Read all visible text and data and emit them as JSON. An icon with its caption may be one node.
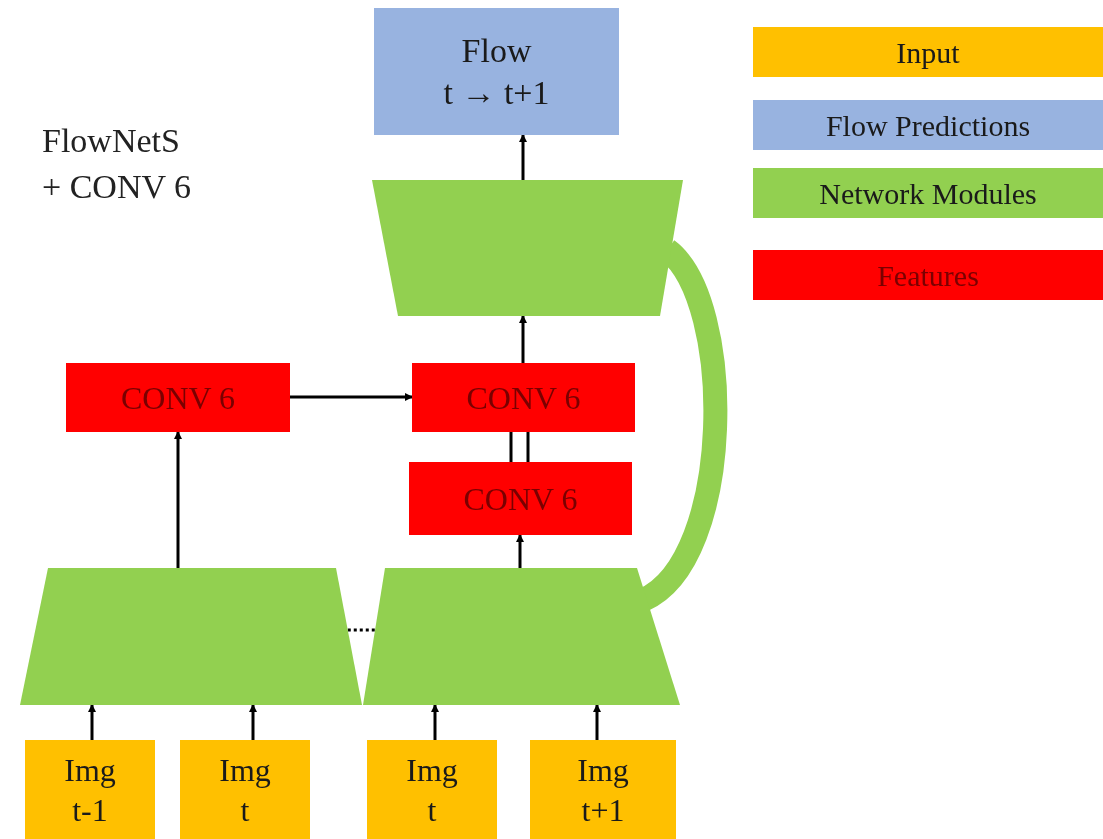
{
  "diagram": {
    "nodes": [
      {
        "text": [
          "Flow",
          "t → t+1"
        ]
      },
      {
        "text": [],
        "shape": "trapezoid"
      },
      {
        "text": [
          "CONV 6"
        ]
      },
      {
        "text": [
          "CONV 6"
        ]
      },
      {
        "text": [
          "CONV 6"
        ]
      },
      {
        "text": [],
        "shape": "trapezoid"
      },
      {
        "text": [],
        "shape": "trapezoid"
      },
      {
        "text": [
          "Img",
          "t-1"
        ]
      },
      {
        "text": [
          "Img",
          "t"
        ]
      },
      {
        "text": [
          "Img",
          "t"
        ]
      },
      {
        "text": [
          "Img",
          "t+1"
        ]
      }
    ],
    "edges": [
      {
        "from": 7,
        "to": 5,
        "arrow": "to"
      },
      {
        "from": 8,
        "to": 5,
        "arrow": "to"
      },
      {
        "from": 9,
        "to": 6,
        "arrow": "to"
      },
      {
        "from": 10,
        "to": 6,
        "arrow": "to"
      },
      {
        "from": 5,
        "to": 2,
        "arrow": "to"
      },
      {
        "from": 2,
        "to": 3,
        "arrow": "to"
      },
      {
        "from": 6,
        "to": 4,
        "arrow": "to"
      },
      {
        "from": 4,
        "to": 3,
        "arrow": "none"
      },
      {
        "from": 3,
        "to": 1,
        "arrow": "to"
      },
      {
        "from": 1,
        "to": 0,
        "arrow": "to"
      },
      {
        "from": 5,
        "to": 6,
        "arrow": "none",
        "style": "dashed"
      },
      {
        "from": 6,
        "to": 1,
        "arrow": "none",
        "style": "thick",
        "color": "#92d050"
      }
    ],
    "labels": [
      "FlowNetS",
      "+ CONV 6"
    ],
    "legend": [
      {
        "text": "Input",
        "color": "#ffc000"
      },
      {
        "text": "Flow Predictions",
        "color": "#98b3e0"
      },
      {
        "text": "Network Modules",
        "color": "#92d050"
      },
      {
        "text": "Features",
        "color": "#ff0000"
      }
    ]
  }
}
